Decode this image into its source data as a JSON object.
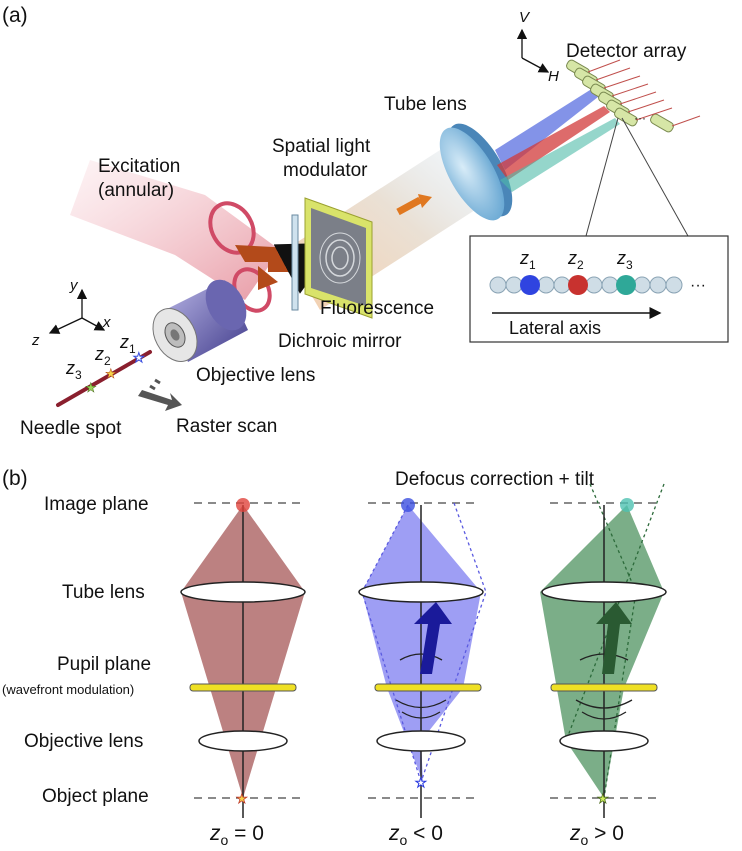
{
  "panel_a": {
    "tag": "(a)",
    "detector_array": "Detector array",
    "tube_lens": "Tube lens",
    "spatial_light_modulator": [
      "Spatial light",
      "modulator"
    ],
    "excitation": [
      "Excitation",
      "(annular)"
    ],
    "fluorescence": "Fluorescence",
    "dichroic_mirror": "Dichroic mirror",
    "objective_lens": "Objective lens",
    "needle_spot": "Needle spot",
    "raster_scan": "Raster scan",
    "axes_sample": {
      "x": "x",
      "y": "y",
      "z": "z"
    },
    "axes_detector": {
      "v": "V",
      "h": "H"
    },
    "focal_points": [
      {
        "name": "z",
        "sub": "1",
        "color": "#3b4fe0"
      },
      {
        "name": "z",
        "sub": "2",
        "color": "#c83a3a"
      },
      {
        "name": "z",
        "sub": "3",
        "color": "#3aaa9a"
      }
    ],
    "inset": {
      "lateral_axis": "Lateral axis",
      "ellipsis": "···"
    }
  },
  "panel_b": {
    "tag": "(b)",
    "title": "Defocus correction + tilt",
    "rows": {
      "image_plane": "Image plane",
      "tube_lens": "Tube lens",
      "pupil_plane": "Pupil plane",
      "pupil_sub": "(wavefront modulation)",
      "objective_lens": "Objective lens",
      "object_plane": "Object plane"
    },
    "cases": [
      {
        "z": "z",
        "sub": "o",
        "rel": " = 0",
        "color": "#b06b6b"
      },
      {
        "z": "z",
        "sub": "o",
        "rel": " < 0",
        "color": "#7e7ef0"
      },
      {
        "z": "z",
        "sub": "o",
        "rel": " > 0",
        "color": "#5a9a6a"
      }
    ]
  }
}
